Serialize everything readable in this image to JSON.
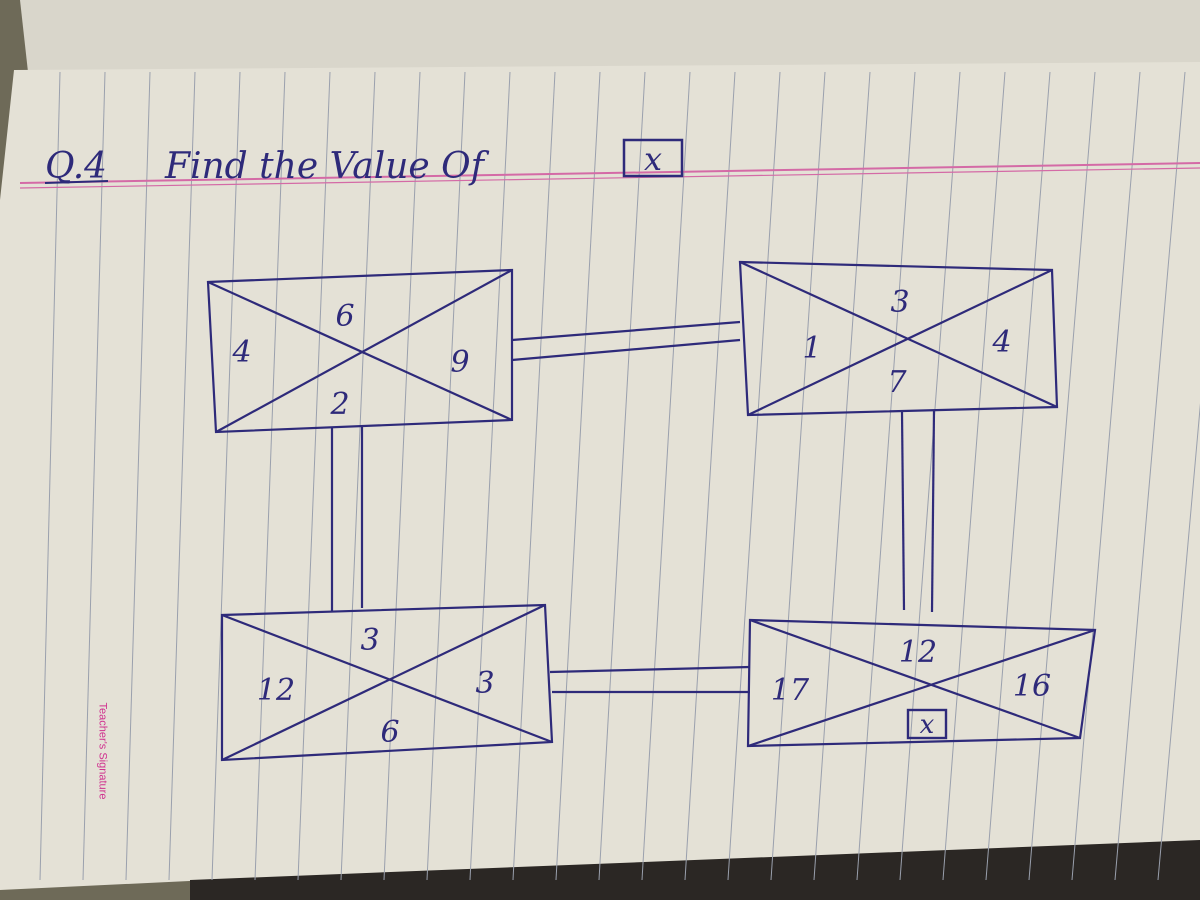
{
  "question": {
    "number": "Q.4",
    "text": "Find the Value Of",
    "unknown": "x"
  },
  "boxes": {
    "top_left": {
      "top": "6",
      "left": "4",
      "right": "9",
      "bottom": "2"
    },
    "top_right": {
      "top": "3",
      "left": "1",
      "right": "4",
      "bottom": "7"
    },
    "bottom_left": {
      "top": "3",
      "left": "12",
      "right": "3",
      "bottom": "6"
    },
    "bottom_right": {
      "top": "12",
      "left": "17",
      "right": "16",
      "bottom": "x"
    }
  },
  "margin_label": "Teacher's Signature",
  "colors": {
    "ink": "#2e2a7a",
    "paper": "#e4e1d6",
    "rule_line": "#9aa0ad",
    "margin_line": "#d46aa6",
    "margin_label": "#d0318f"
  }
}
